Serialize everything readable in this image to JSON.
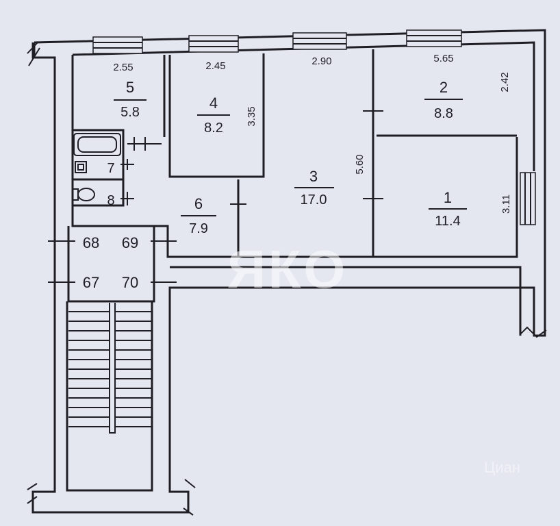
{
  "rooms": [
    {
      "id": "1",
      "number": "1",
      "area": "11.4"
    },
    {
      "id": "2",
      "number": "2",
      "area": "8.8"
    },
    {
      "id": "3",
      "number": "3",
      "area": "17.0"
    },
    {
      "id": "4",
      "number": "4",
      "area": "8.2"
    },
    {
      "id": "5",
      "number": "5",
      "area": "5.8"
    },
    {
      "id": "6",
      "number": "6",
      "area": "7.9"
    },
    {
      "id": "7",
      "number": "7"
    },
    {
      "id": "8",
      "number": "8"
    }
  ],
  "dimensions": {
    "room5_width": "2.55",
    "room4_width": "2.45",
    "room4_depth": "3.35",
    "room3_width": "2.90",
    "room3_depth": "5.60",
    "room2_width": "5.65",
    "room2_depth": "2.42",
    "room1_depth": "3.11"
  },
  "apartments": [
    "68",
    "69",
    "67",
    "70"
  ],
  "watermark": "ЯКО",
  "corner_watermark": "Циан"
}
